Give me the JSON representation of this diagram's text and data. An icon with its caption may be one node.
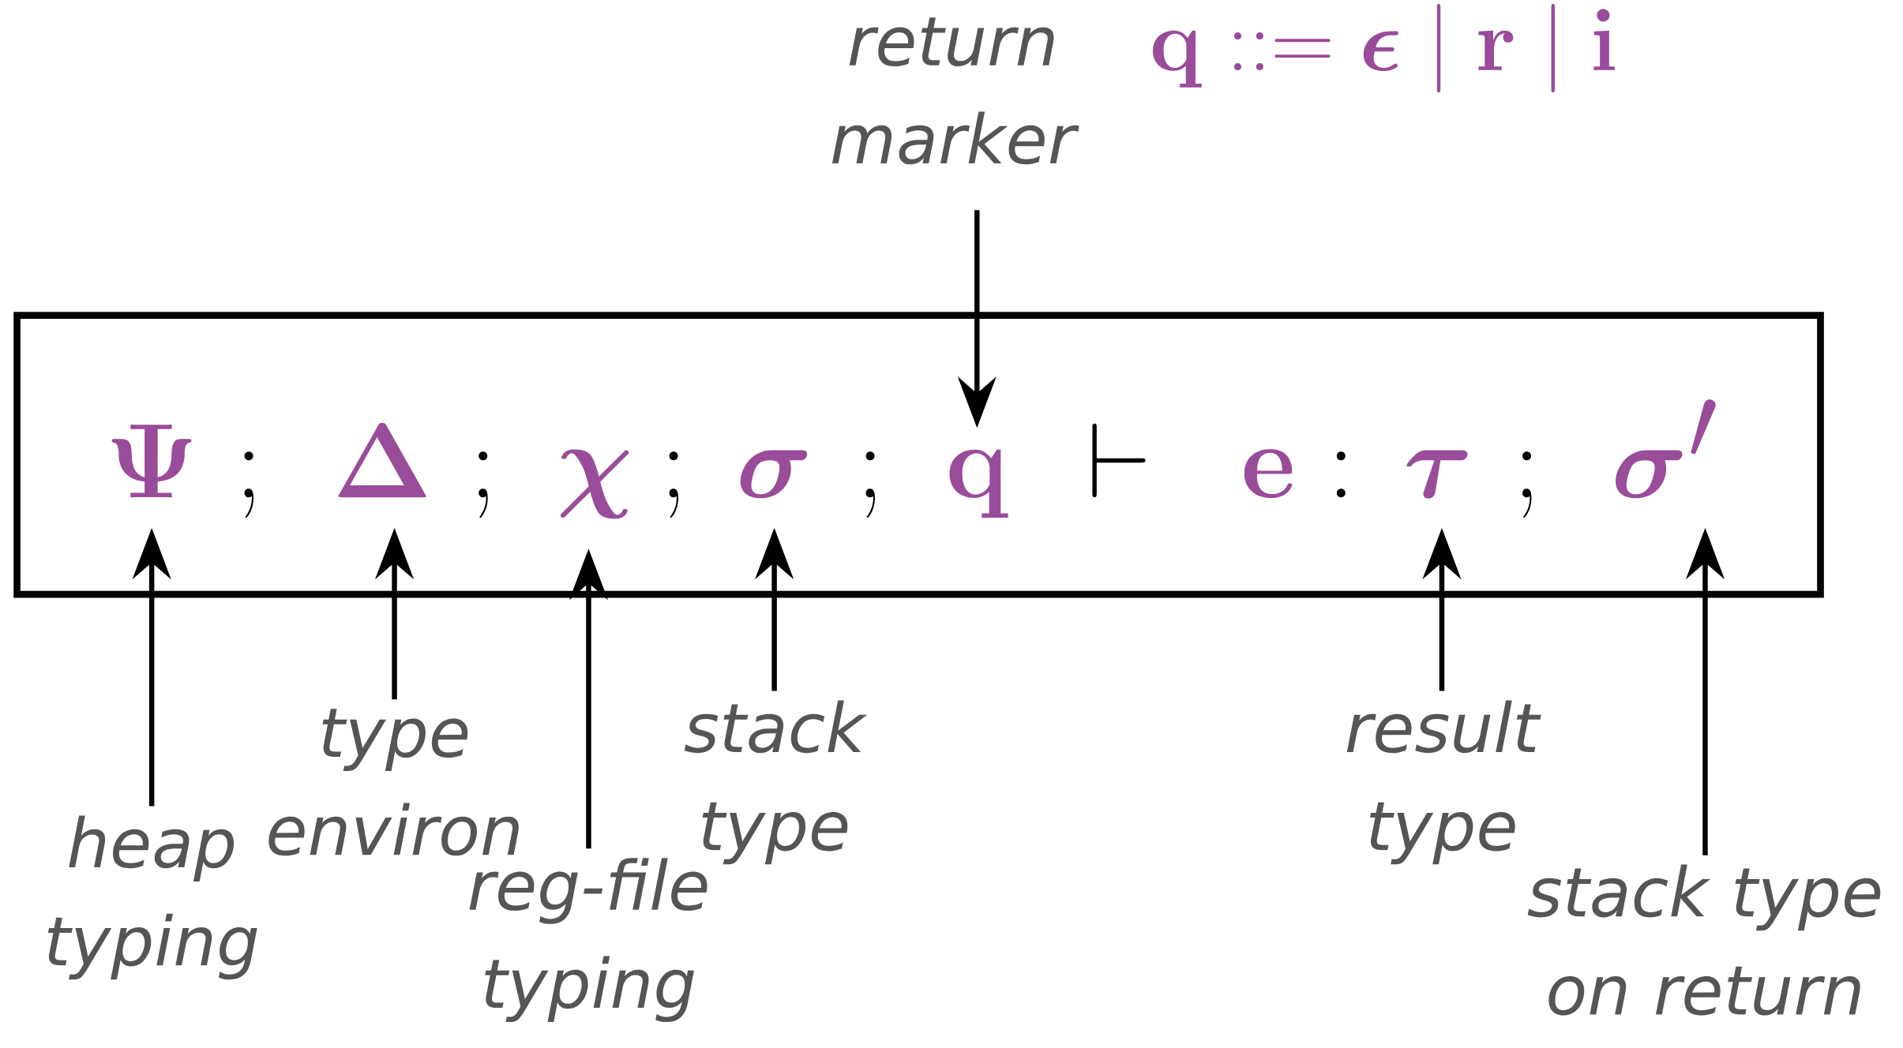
{
  "diagram": {
    "nodes": [
      {
        "text": [],
        "shape": "box"
      },
      {
        "text": [
          "\\boldsymbol{\\Psi}"
        ],
        "in": 0
      },
      {
        "text": [
          "\\boldsymbol{\\Delta}"
        ],
        "in": 0
      },
      {
        "text": [
          "\\boldsymbol{\\chi}"
        ],
        "in": 0
      },
      {
        "text": [
          "\\boldsymbol{\\sigma}"
        ],
        "in": 0
      },
      {
        "text": [
          "\\mathbf{q}"
        ],
        "in": 0
      },
      {
        "text": [
          "\\mathbf{e}"
        ],
        "in": 0
      },
      {
        "text": [
          "\\boldsymbol{\\tau}"
        ],
        "in": 0
      },
      {
        "text": [
          "\\boldsymbol{\\sigma}'"
        ],
        "in": 0
      },
      {
        "text": [
          "return marker"
        ]
      },
      {
        "text": [
          "heap typing"
        ]
      },
      {
        "text": [
          "type environ"
        ]
      },
      {
        "text": [
          "reg-file typing"
        ]
      },
      {
        "text": [
          "stack type"
        ]
      },
      {
        "text": [
          "result type"
        ]
      },
      {
        "text": [
          "stack type on return"
        ]
      }
    ],
    "edges": [
      {
        "from": 9,
        "to": 5,
        "arrow": "to"
      },
      {
        "from": 10,
        "to": 1,
        "arrow": "to"
      },
      {
        "from": 11,
        "to": 2,
        "arrow": "to"
      },
      {
        "from": 12,
        "to": 3,
        "arrow": "to"
      },
      {
        "from": 13,
        "to": 4,
        "arrow": "to"
      },
      {
        "from": 14,
        "to": 7,
        "arrow": "to"
      },
      {
        "from": 15,
        "to": 8,
        "arrow": "to"
      }
    ],
    "labels": [
      "\\mathbf{q} ::= \\boldsymbol{\\epsilon} \\mid \\mathbf{r} \\mid \\mathbf{i}",
      ";",
      ";",
      ";",
      ";",
      "\\vdash",
      ":",
      ";"
    ]
  }
}
